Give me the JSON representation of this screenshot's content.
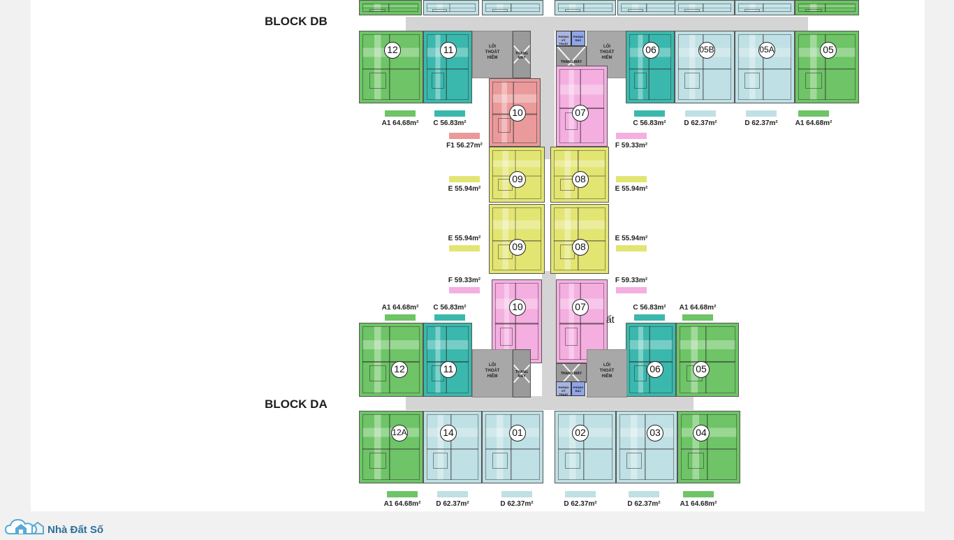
{
  "blocks": {
    "top": "BLOCK DB",
    "bottom": "BLOCK DA"
  },
  "unit_colors": {
    "A1": "#6ec466",
    "C": "#3bb8ad",
    "D": "#bfe0e4",
    "E": "#e3e573",
    "F": "#f4aee0",
    "F1": "#ea9a9b"
  },
  "core": {
    "exit": "LỐI\nTHOÁT\nHIỂM",
    "lift": "THANG\nMÁY",
    "tech_room": "PHÒNG\nKỸ THUẬT",
    "trash_room": "PHÒNG\nRÁC"
  },
  "overlay_text": "ất",
  "watermark": "Nhà Đất Số",
  "block_db": {
    "unit_numbers": [
      "12",
      "11",
      "06",
      "05B",
      "05A",
      "05",
      "10",
      "07",
      "09",
      "08"
    ],
    "labels": [
      "A1 64.68m²",
      "C 56.83m²",
      "C 56.83m²",
      "D 62.37m²",
      "D 62.37m²",
      "A1 64.68m²",
      "F1 56.27m²",
      "F 59.33m²",
      "E 55.94m²",
      "E 55.94m²"
    ]
  },
  "block_da": {
    "unit_numbers": [
      "09",
      "08",
      "10",
      "07",
      "12",
      "11",
      "06",
      "05",
      "12A",
      "14",
      "01",
      "02",
      "03",
      "04"
    ],
    "labels": [
      "E 55.94m²",
      "E 55.94m²",
      "F 59.33m²",
      "F 59.33m²",
      "A1 64.68m²",
      "C 56.83m²",
      "C 56.83m²",
      "A1 64.68m²",
      "A1 64.68m²",
      "D 62.37m²",
      "D 62.37m²",
      "D 62.37m²",
      "D 62.37m²",
      "A1 64.68m²"
    ]
  }
}
